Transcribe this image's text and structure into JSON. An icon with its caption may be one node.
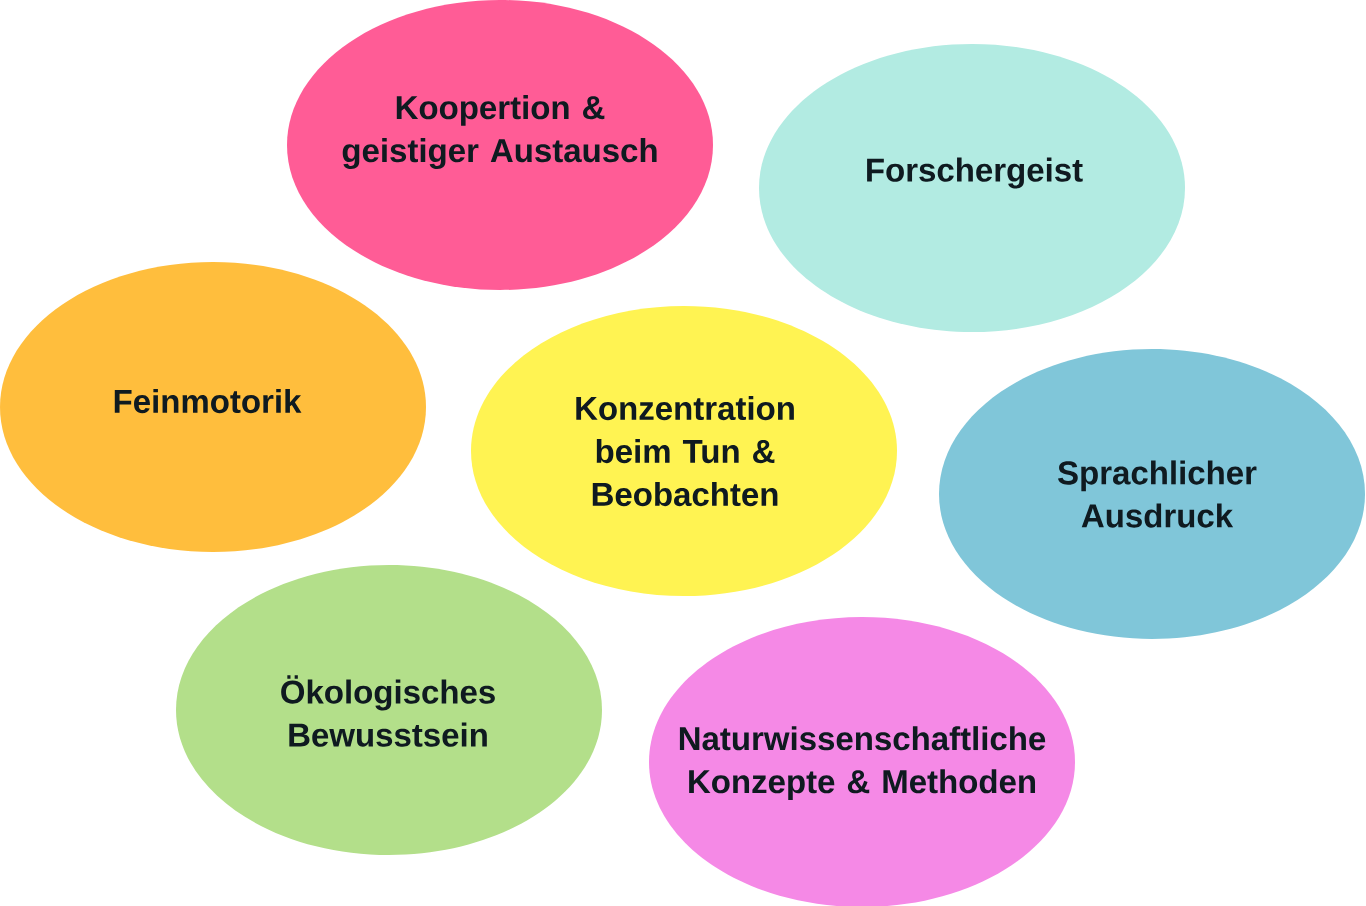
{
  "diagram": {
    "nodes": [
      {
        "text": [
          "Koopertion & geistiger Austausch"
        ]
      },
      {
        "text": [
          "Forschergeist"
        ]
      },
      {
        "text": [
          "Feinmotorik"
        ]
      },
      {
        "text": [
          "Konzentration beim Tun & Beobachten"
        ]
      },
      {
        "text": [
          "Sprachlicher Ausdruck"
        ]
      },
      {
        "text": [
          "Ökologisches Bewusstsein"
        ]
      },
      {
        "text": [
          "Naturwissenschaftliche Konzepte & Methoden"
        ]
      }
    ]
  }
}
